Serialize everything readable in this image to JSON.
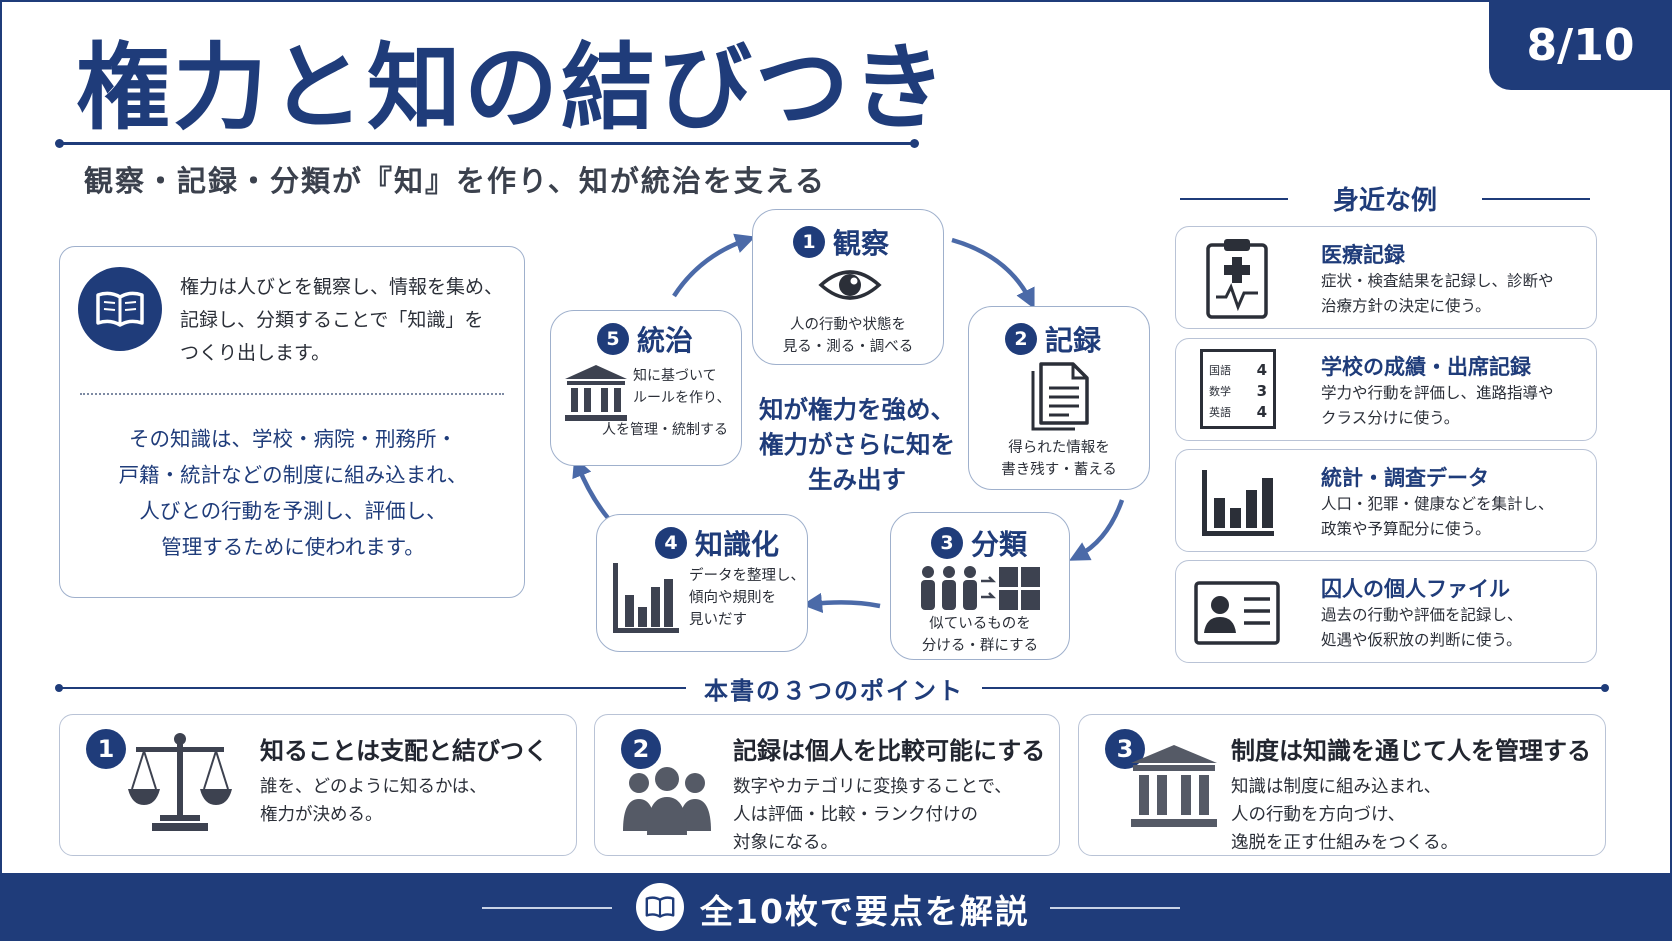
{
  "header": {
    "title": "権力と知の結びつき",
    "subtitle": "観察・記録・分類が『知』を作り、知が統治を支える",
    "page_indicator": "8/10"
  },
  "intro": {
    "lines_top": [
      "権力は人びとを観察し、情報を集め、",
      "記録し、分類することで「知識」を",
      "つくり出します。"
    ],
    "lines_bottom": [
      "その知識は、学校・病院・刑務所・",
      "戸籍・統計などの制度に組み込まれ、",
      "人びとの行動を予測し、評価し、",
      "管理するために使われます。"
    ]
  },
  "cycle": {
    "center": [
      "知が権力を強め、",
      "権力がさらに知を",
      "生み出す"
    ],
    "steps": [
      {
        "num": "1",
        "title": "観察",
        "desc": [
          "人の行動や状態を",
          "見る・測る・調べる"
        ]
      },
      {
        "num": "2",
        "title": "記録",
        "desc": [
          "得られた情報を",
          "書き残す・蓄える"
        ]
      },
      {
        "num": "3",
        "title": "分類",
        "desc": [
          "似ているものを",
          "分ける・群にする"
        ]
      },
      {
        "num": "4",
        "title": "知識化",
        "desc": [
          "データを整理し、",
          "傾向や規則を",
          "見いだす"
        ]
      },
      {
        "num": "5",
        "title": "統治",
        "desc": [
          "知に基づいて",
          "ルールを作り、",
          "人を管理・統制する"
        ]
      }
    ]
  },
  "examples": {
    "title": "身近な例",
    "items": [
      {
        "title": "医療記録",
        "desc": [
          "症状・検査結果を記録し、診断や",
          "治療方針の決定に使う。"
        ],
        "icon": "medical-clipboard-icon"
      },
      {
        "title": "学校の成績・出席記録",
        "desc": [
          "学力や行動を評価し、進路指導や",
          "クラス分けに使う。"
        ],
        "icon": "report-card-icon",
        "report": [
          {
            "subject": "国語",
            "score": "4"
          },
          {
            "subject": "数学",
            "score": "3"
          },
          {
            "subject": "英語",
            "score": "4"
          }
        ]
      },
      {
        "title": "統計・調査データ",
        "desc": [
          "人口・犯罪・健康などを集計し、",
          "政策や予算配分に使う。"
        ],
        "icon": "bar-chart-icon"
      },
      {
        "title": "囚人の個人ファイル",
        "desc": [
          "過去の行動や評価を記録し、",
          "処遇や仮釈放の判断に使う。"
        ],
        "icon": "id-card-icon"
      }
    ]
  },
  "points": {
    "title": "本書の３つのポイント",
    "items": [
      {
        "num": "1",
        "title": "知ることは支配と結びつく",
        "desc": [
          "誰を、どのように知るかは、",
          "権力が決める。"
        ],
        "icon": "scales-icon"
      },
      {
        "num": "2",
        "title": "記録は個人を比較可能にする",
        "desc": [
          "数字やカテゴリに変換することで、",
          "人は評価・比較・ランク付けの",
          "対象になる。"
        ],
        "icon": "people-group-icon"
      },
      {
        "num": "3",
        "title": "制度は知識を通じて人を管理する",
        "desc": [
          "知識は制度に組み込まれ、",
          "人の行動を方向づけ、",
          "逸脱を正す仕組みをつくる。"
        ],
        "icon": "institution-icon"
      }
    ]
  },
  "footer": {
    "text": "全10枚で要点を解説",
    "icon": "book-icon"
  },
  "colors": {
    "navy": "#1f3c7a",
    "text": "#2b2f38",
    "border": "#9fb0cc",
    "icon_gray": "#3d4250"
  }
}
